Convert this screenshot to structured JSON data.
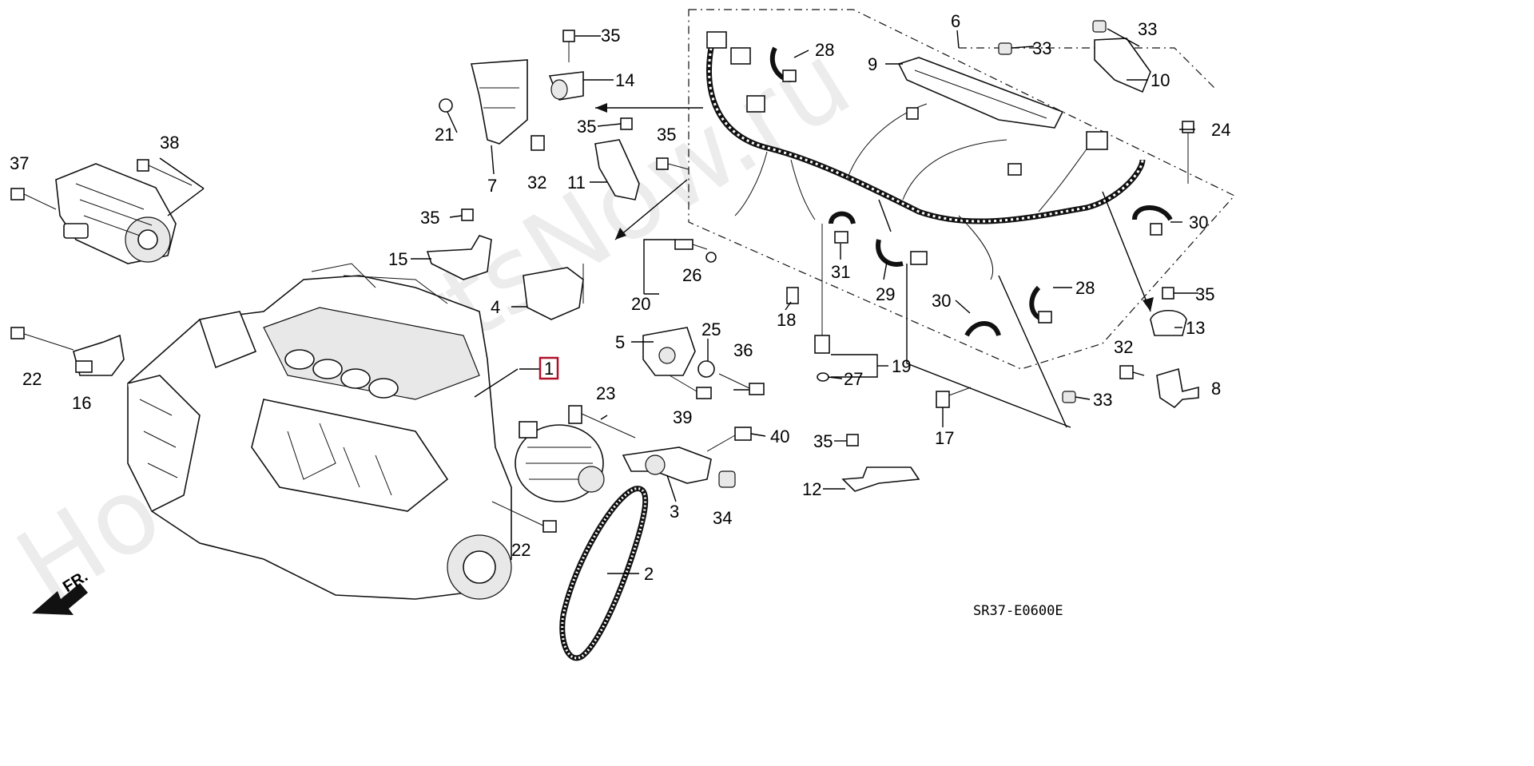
{
  "diagram": {
    "code": "SR37-E0600E",
    "direction_label": "FR.",
    "watermark": "HondaPartsNow.ru",
    "highlighted_part": "1",
    "callouts": [
      {
        "id": "c2",
        "label": "2"
      },
      {
        "id": "c3",
        "label": "3"
      },
      {
        "id": "c4",
        "label": "4"
      },
      {
        "id": "c5",
        "label": "5"
      },
      {
        "id": "c6",
        "label": "6"
      },
      {
        "id": "c7",
        "label": "7"
      },
      {
        "id": "c8",
        "label": "8"
      },
      {
        "id": "c9",
        "label": "9"
      },
      {
        "id": "c10",
        "label": "10"
      },
      {
        "id": "c11",
        "label": "11"
      },
      {
        "id": "c12",
        "label": "12"
      },
      {
        "id": "c13",
        "label": "13"
      },
      {
        "id": "c14",
        "label": "14"
      },
      {
        "id": "c15",
        "label": "15"
      },
      {
        "id": "c16",
        "label": "16"
      },
      {
        "id": "c17",
        "label": "17"
      },
      {
        "id": "c18",
        "label": "18"
      },
      {
        "id": "c19",
        "label": "19"
      },
      {
        "id": "c20",
        "label": "20"
      },
      {
        "id": "c21",
        "label": "21"
      },
      {
        "id": "c22a",
        "label": "22"
      },
      {
        "id": "c22b",
        "label": "22"
      },
      {
        "id": "c23",
        "label": "23"
      },
      {
        "id": "c24",
        "label": "24"
      },
      {
        "id": "c25",
        "label": "25"
      },
      {
        "id": "c26",
        "label": "26"
      },
      {
        "id": "c27",
        "label": "27"
      },
      {
        "id": "c28a",
        "label": "28"
      },
      {
        "id": "c28b",
        "label": "28"
      },
      {
        "id": "c29",
        "label": "29"
      },
      {
        "id": "c30a",
        "label": "30"
      },
      {
        "id": "c30b",
        "label": "30"
      },
      {
        "id": "c31",
        "label": "31"
      },
      {
        "id": "c32a",
        "label": "32"
      },
      {
        "id": "c32b",
        "label": "32"
      },
      {
        "id": "c33a",
        "label": "33"
      },
      {
        "id": "c33b",
        "label": "33"
      },
      {
        "id": "c33c",
        "label": "33"
      },
      {
        "id": "c34",
        "label": "34"
      },
      {
        "id": "c35a",
        "label": "35"
      },
      {
        "id": "c35b",
        "label": "35"
      },
      {
        "id": "c35c",
        "label": "35"
      },
      {
        "id": "c35d",
        "label": "35"
      },
      {
        "id": "c35e",
        "label": "35"
      },
      {
        "id": "c35f",
        "label": "35"
      },
      {
        "id": "c36",
        "label": "36"
      },
      {
        "id": "c37",
        "label": "37"
      },
      {
        "id": "c38",
        "label": "38"
      },
      {
        "id": "c39",
        "label": "39"
      },
      {
        "id": "c40",
        "label": "40"
      }
    ]
  }
}
